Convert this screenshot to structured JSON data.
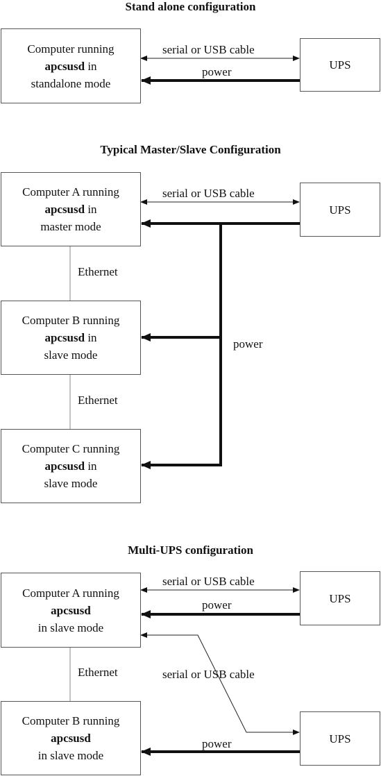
{
  "sections": {
    "standalone": {
      "title": "Stand alone configuration",
      "computer": {
        "line1": "Computer running",
        "line2": "apcsusd",
        "line2_suffix": " in",
        "line3": "standalone mode"
      },
      "ups": "UPS",
      "cable_label": "serial or USB cable",
      "power_label": "power"
    },
    "master_slave": {
      "title": "Typical Master/Slave Configuration",
      "computer_a": {
        "line1": "Computer A running",
        "line2": "apcsusd",
        "line2_suffix": " in",
        "line3": "master mode"
      },
      "computer_b": {
        "line1": "Computer B running",
        "line2": "apcsusd",
        "line2_suffix": " in",
        "line3": "slave mode"
      },
      "computer_c": {
        "line1": "Computer C running",
        "line2": "apcsusd",
        "line2_suffix": " in",
        "line3": "slave mode"
      },
      "ups": "UPS",
      "cable_label": "serial or USB cable",
      "power_label": "power",
      "ethernet_label_1": "Ethernet",
      "ethernet_label_2": "Ethernet"
    },
    "multi_ups": {
      "title": "Multi-UPS configuration",
      "computer_a": {
        "line1": "Computer A running",
        "line2": "apcsusd",
        "line3": "in slave mode"
      },
      "computer_b": {
        "line1": "Computer B running",
        "line2": "apcsusd",
        "line3": "in slave mode"
      },
      "ups_1": "UPS",
      "ups_2": "UPS",
      "cable_label_1": "serial or USB cable",
      "cable_label_2": "serial or USB cable",
      "power_label_1": "power",
      "power_label_2": "power",
      "ethernet_label": "Ethernet"
    }
  }
}
